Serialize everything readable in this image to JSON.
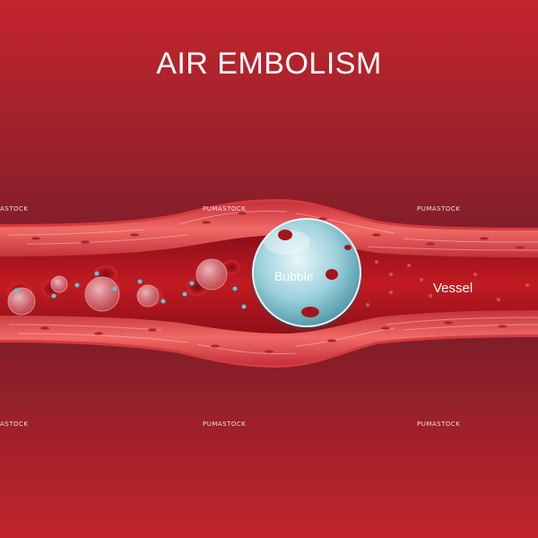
{
  "title": "AIR EMBOLISM",
  "labels": {
    "bubble": "Bubble",
    "vessel": "Vessel"
  },
  "watermarks": [
    "ASTOCK",
    "PUMASTOCK",
    "PUMASTOCK",
    "ASTOCK",
    "PUMASTOCK",
    "PUMASTOCK"
  ],
  "colors": {
    "background_top": "#c0232b",
    "background_mid": "#7d1f2a",
    "background_bottom": "#c0232b",
    "vessel_wall": "#e04a4a",
    "lumen": "#a0141c",
    "bubble": "#8ec9d6"
  }
}
